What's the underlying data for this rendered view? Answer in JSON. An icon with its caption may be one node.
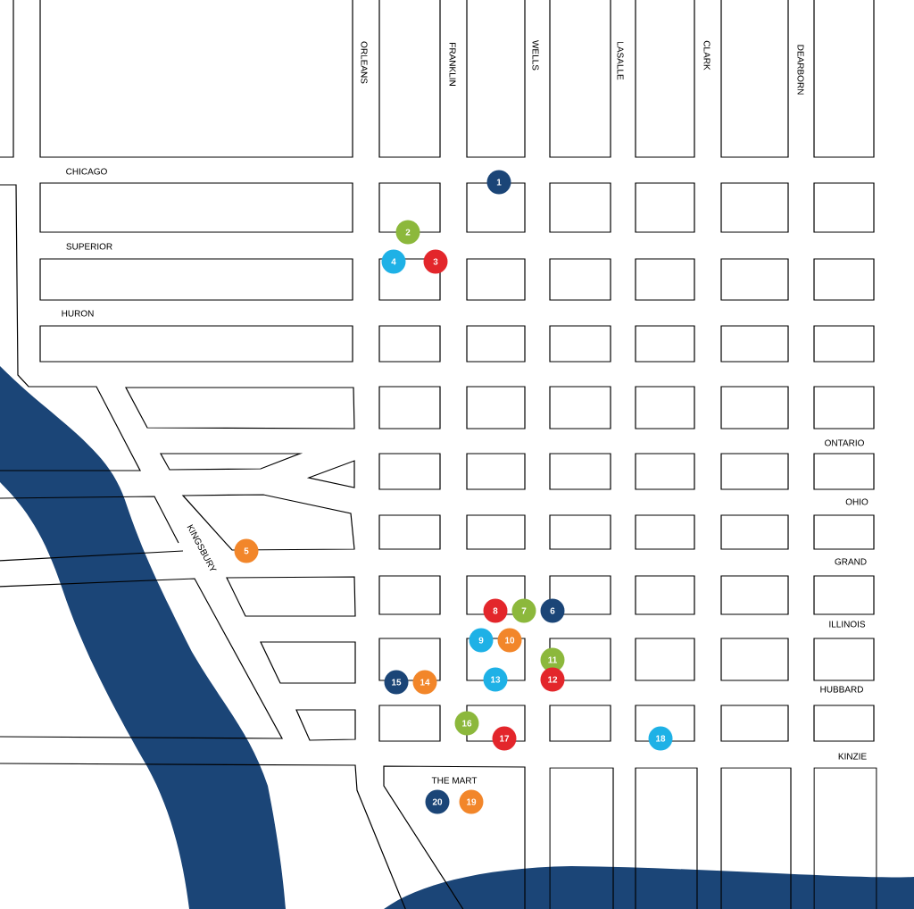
{
  "diagram": {
    "nodes": [
      {
        "text": [
          "1"
        ]
      },
      {
        "text": [
          "2"
        ]
      },
      {
        "text": [
          "3"
        ]
      },
      {
        "text": [
          "4"
        ]
      },
      {
        "text": [
          "5"
        ]
      },
      {
        "text": [
          "6"
        ]
      },
      {
        "text": [
          "7"
        ]
      },
      {
        "text": [
          "8"
        ]
      },
      {
        "text": [
          "9"
        ]
      },
      {
        "text": [
          "10"
        ]
      },
      {
        "text": [
          "11"
        ]
      },
      {
        "text": [
          "12"
        ]
      },
      {
        "text": [
          "13"
        ]
      },
      {
        "text": [
          "14"
        ]
      },
      {
        "text": [
          "15"
        ]
      },
      {
        "text": [
          "16"
        ]
      },
      {
        "text": [
          "17"
        ]
      },
      {
        "text": [
          "18"
        ]
      },
      {
        "text": [
          "19"
        ]
      },
      {
        "text": [
          "20"
        ]
      }
    ],
    "labels": [
      "ORLEANS",
      "FRANKLIN",
      "WELLS",
      "LASALLE",
      "CLARK",
      "DEARBORN",
      "CHICAGO",
      "SUPERIOR",
      "HURON",
      "ONTARIO",
      "OHIO",
      "GRAND",
      "KINGSBURY",
      "ILLINOIS",
      "HUBBARD",
      "KINZIE",
      "THE MART"
    ]
  }
}
